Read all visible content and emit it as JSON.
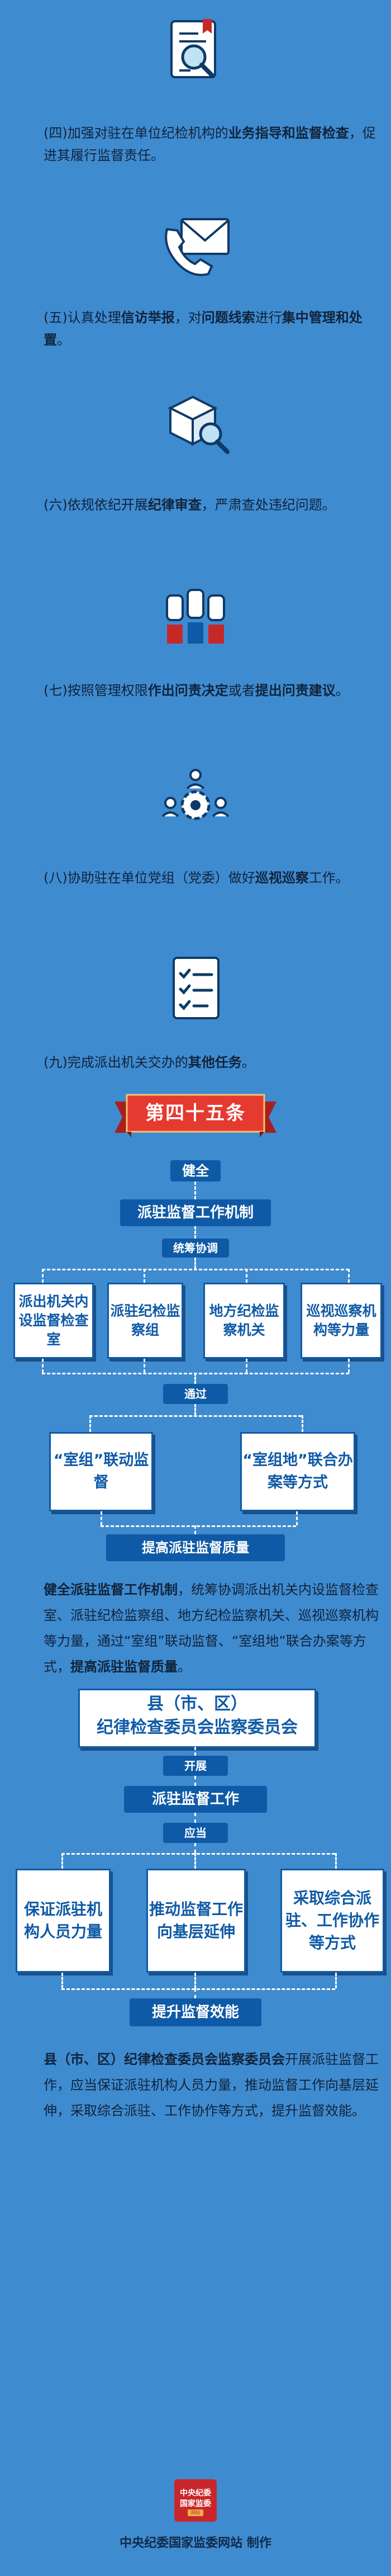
{
  "items": [
    {
      "num": "(四)",
      "pre": "加强对驻在单位纪检机构的",
      "b1": "业务指导和监督检查",
      "post": "，促进其履行监督责任。",
      "icon": "document-search-icon"
    },
    {
      "num": "(五)",
      "pre": "认真处理",
      "b1": "信访举报",
      "mid": "，对",
      "b2": "问题线索",
      "mid2": "进行",
      "b3": "集中管理和处置",
      "post": "。",
      "icon": "phone-mail-icon"
    },
    {
      "num": "(六)",
      "pre": "依规依纪开展",
      "b1": "纪律审查",
      "post": "，严肃查处违纪问题。",
      "icon": "box-magnifier-icon"
    },
    {
      "num": "(七)",
      "pre": "按照管理权限",
      "b1": "作出问责决定",
      "mid": "或者",
      "b2": "提出问责建议",
      "post": "。",
      "icon": "raised-hands-icon"
    },
    {
      "num": "(八)",
      "pre": "协助驻在单位党组（党委）做好",
      "b1": "巡视巡察",
      "post": "工作。",
      "icon": "team-gear-icon"
    },
    {
      "num": "(九)",
      "pre": "完成派出机关交办的",
      "b1": "其他任务",
      "post": "。",
      "icon": "checklist-icon"
    }
  ],
  "banner": "第四十五条",
  "d1": {
    "top_pill": "健全",
    "main_pill": "派驻监督工作机制",
    "coord_pill": "统筹协调",
    "boxes": [
      "派出机关内设监督检查室",
      "派驻纪检监察组",
      "地方纪检监察机关",
      "巡视巡察机构等力量"
    ],
    "via_pill": "通过",
    "methods": [
      "“室组”联动监督",
      "“室组地”联合办案等方式"
    ],
    "result_pill": "提高派驻监督质量"
  },
  "para1": {
    "b1": "健全派驻监督工作机制",
    "t1": "，统筹协调派出机关内设监督检查室、派驻纪检监察组、地方纪检监察机关、巡视巡察机构等力量，通过“室组”联动监督、“室组地”联合办案等方式，",
    "b2": "提高派驻监督质量",
    "t2": "。"
  },
  "d2": {
    "title_line1": "县（市、区）",
    "title_line2": "纪律检查委员会监察委员会",
    "open_pill": "开展",
    "main_pill": "派驻监督工作",
    "should_pill": "应当",
    "boxes": [
      "保证派驻机构人员力量",
      "推动监督工作向基层延伸",
      "采取综合派驻、工作协作等方式"
    ],
    "result_pill": "提升监督效能"
  },
  "para2": {
    "b1": "县（市、区）纪律检查委员会监察委员会",
    "t1": "开展派驻监督工作，应当保证派驻机构人员力量，推动监督工作向基层延伸，采取综合派驻、工作协作等方式，提升监督效能。"
  },
  "footer": {
    "logo_l1": "中央纪委",
    "logo_l2": "国家监委",
    "logo_l3": "网站",
    "credit": "中央纪委国家监委网站 制作"
  },
  "colors": {
    "background": "#3f8bd0",
    "navy": "#0f5aa6",
    "red": "#c62828"
  }
}
